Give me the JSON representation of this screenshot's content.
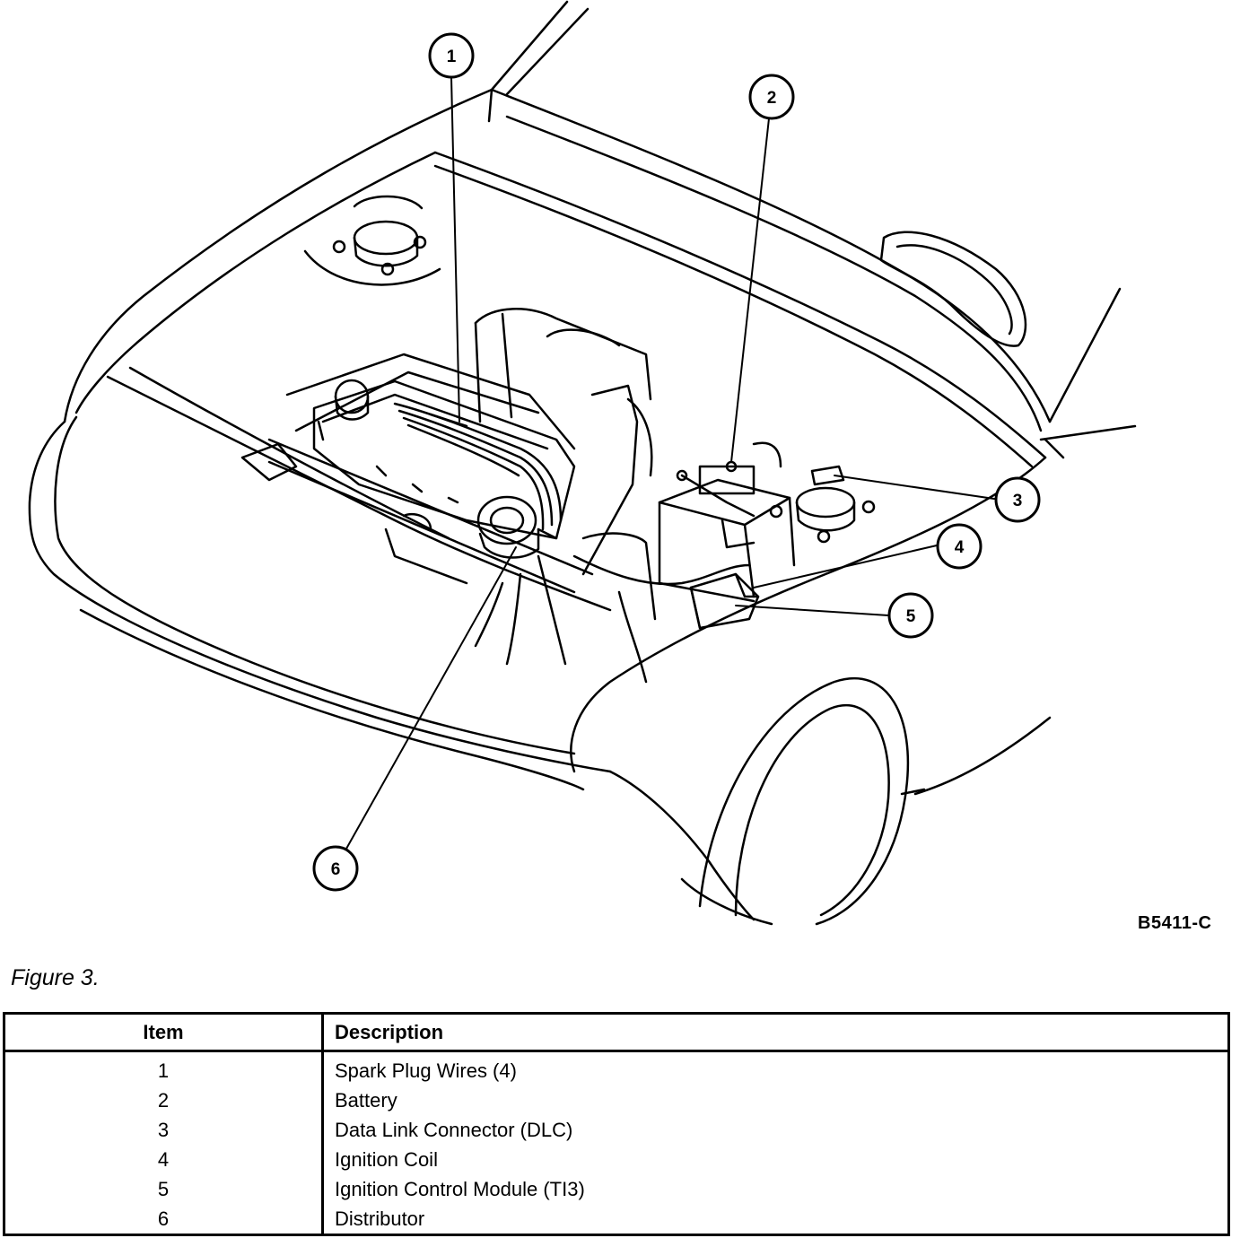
{
  "figure": {
    "code": "B5411-C",
    "caption": "Figure 3."
  },
  "callouts": [
    "1",
    "2",
    "3",
    "4",
    "5",
    "6"
  ],
  "legend": {
    "headers": {
      "item": "Item",
      "description": "Description"
    },
    "rows": [
      {
        "item": "1",
        "description": "Spark Plug Wires (4)"
      },
      {
        "item": "2",
        "description": "Battery"
      },
      {
        "item": "3",
        "description": "Data Link Connector (DLC)"
      },
      {
        "item": "4",
        "description": "Ignition Coil"
      },
      {
        "item": "5",
        "description": "Ignition Control Module (TI3)"
      },
      {
        "item": "6",
        "description": "Distributor"
      }
    ]
  }
}
